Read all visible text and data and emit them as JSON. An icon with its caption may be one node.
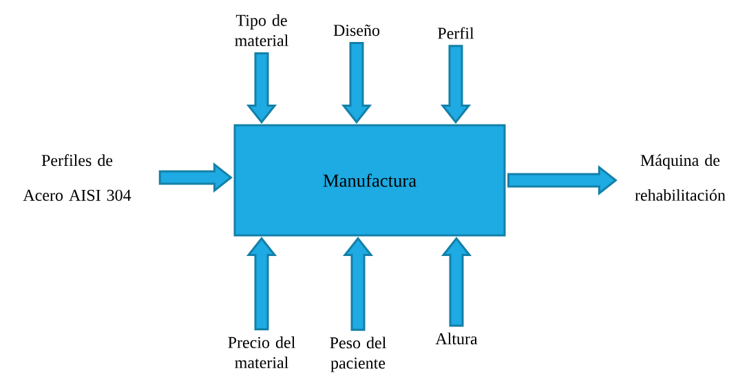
{
  "diagram": {
    "nodes": [
      {
        "text": [
          "Manufactura"
        ]
      },
      {
        "text": [
          "Perfiles de Acero AISI 304"
        ]
      },
      {
        "text": [
          "Tipo de material"
        ]
      },
      {
        "text": [
          "Diseño"
        ]
      },
      {
        "text": [
          "Perfil"
        ]
      },
      {
        "text": [
          "Máquina de rehabilitación"
        ]
      },
      {
        "text": [
          "Precio del material"
        ]
      },
      {
        "text": [
          "Peso del paciente"
        ]
      },
      {
        "text": [
          "Altura"
        ]
      }
    ],
    "edges": [
      {
        "from": 1,
        "to": 0,
        "arrow": "to"
      },
      {
        "from": 2,
        "to": 0,
        "arrow": "to"
      },
      {
        "from": 3,
        "to": 0,
        "arrow": "to"
      },
      {
        "from": 4,
        "to": 0,
        "arrow": "to"
      },
      {
        "from": 0,
        "to": 5,
        "arrow": "to"
      },
      {
        "from": 6,
        "to": 0,
        "arrow": "to"
      },
      {
        "from": 7,
        "to": 0,
        "arrow": "to"
      },
      {
        "from": 8,
        "to": 0,
        "arrow": "to"
      }
    ]
  }
}
